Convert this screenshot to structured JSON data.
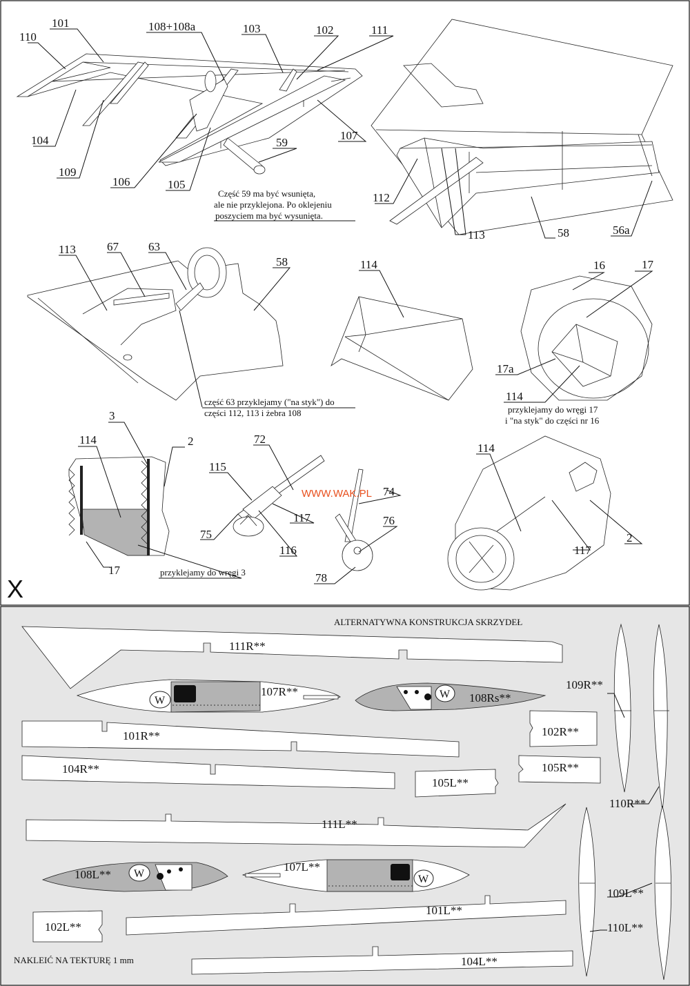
{
  "upper": {
    "labels": {
      "l110": "110",
      "l101": "101",
      "l108": "108+108a",
      "l103": "103",
      "l102": "102",
      "l111": "111",
      "l104": "104",
      "l109": "109",
      "l106": "106",
      "l105": "105",
      "l59": "59",
      "l107": "107",
      "l112": "112",
      "l113a": "113",
      "l58a": "58",
      "l56a": "56a",
      "l113b": "113",
      "l67": "67",
      "l63": "63",
      "l58b": "58",
      "l114a": "114",
      "l16": "16",
      "l17": "17",
      "l17a": "17a",
      "l114b": "114",
      "l3": "3",
      "l114c": "114",
      "l2a": "2",
      "l17b": "17",
      "l72": "72",
      "l115": "115",
      "l117a": "117",
      "l75": "75",
      "l116": "116",
      "l74": "74",
      "l76": "76",
      "l78": "78",
      "l114d": "114",
      "l117b": "117",
      "l2b": "2"
    },
    "notes": {
      "n59_1": "Część 59 ma być wsunięta,",
      "n59_2": "ale nie przyklejona. Po oklejeniu",
      "n59_3": "poszyciem ma być wysunięta.",
      "n63_1": "część 63 przyklejamy (\"na styk\") do",
      "n63_2": "części 112, 113 i żebra 108",
      "n114_1": "przyklejamy do wręgi 17",
      "n114_2": "i \"na styk\" do części nr 16",
      "n3": "przyklejamy do wręgi 3"
    },
    "watermark": "WWW.WAK.PL",
    "sheet_letter": "X"
  },
  "lower": {
    "title": "ALTERNATYWNA KONSTRUKCJA SKRZYDEŁ",
    "footer": "NAKLEIĆ NA TEKTURĘ 1 mm",
    "parts": {
      "p111R": "111R**",
      "p107R": "107R**",
      "p108Rs": "108Rs**",
      "p109R": "109R**",
      "p101R": "101R**",
      "p102R": "102R**",
      "p104R": "104R**",
      "p105R": "105R**",
      "p105L": "105L**",
      "p110R": "110R**",
      "p111L": "111L**",
      "p108L": "108L**",
      "p107L": "107L**",
      "p109L": "109L**",
      "p102L": "102L**",
      "p101L": "101L**",
      "p110L": "110L**",
      "p104L": "104L**"
    },
    "marker": "W"
  },
  "colors": {
    "panel": "#e6e6e6",
    "grey_part": "#b3b3b3",
    "watermark": "#e8501e"
  }
}
